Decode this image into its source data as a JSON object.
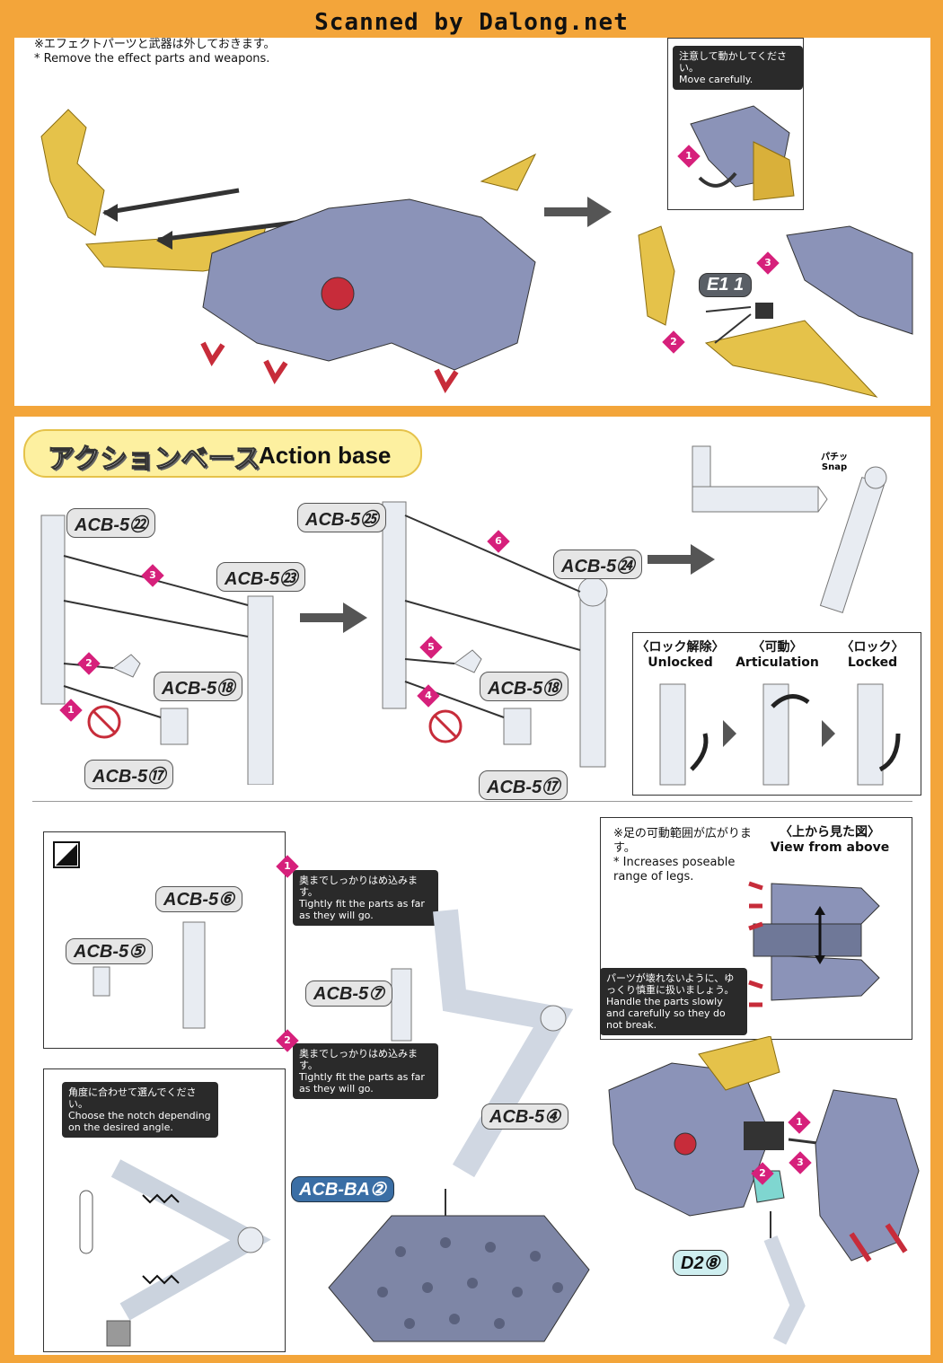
{
  "scan_credit": "Scanned by Dalong.net",
  "top": {
    "note_jp": "※エフェクトパーツと武器は外しておきます。",
    "note_en": "* Remove the effect parts and weapons.",
    "move_jp": "注意して動かしてください。",
    "move_en": "Move carefully.",
    "part_e1": "E1",
    "part_e1_num": "1",
    "steps": [
      "1",
      "2",
      "3"
    ]
  },
  "action_base": {
    "title_jp": "アクションベース",
    "title_en": "Action base",
    "snap_jp": "パチッ",
    "snap_en": "Snap",
    "parts": {
      "p22": "ACB-5㉒",
      "p23": "ACB-5㉓",
      "p18a": "ACB-5⑱",
      "p17a": "ACB-5⑰",
      "p25": "ACB-5㉕",
      "p24": "ACB-5㉔",
      "p18b": "ACB-5⑱",
      "p17b": "ACB-5⑰"
    },
    "steps_left": [
      "1",
      "2",
      "3"
    ],
    "steps_mid": [
      "4",
      "5",
      "6"
    ],
    "lock": [
      {
        "jp": "〈ロック解除〉",
        "en": "Unlocked"
      },
      {
        "jp": "〈可動〉",
        "en": "Articulation"
      },
      {
        "jp": "〈ロック〉",
        "en": "Locked"
      }
    ]
  },
  "bottom": {
    "spare_parts": {
      "p6": "ACB-5⑥",
      "p5": "ACB-5⑤"
    },
    "angle_jp": "角度に合わせて選んでください。",
    "angle_en": "Choose the notch depending on the desired angle.",
    "fit1_jp": "奥までしっかりはめ込みます。",
    "fit1_en": "Tightly fit the parts as far as they will go.",
    "fit2_jp": "奥までしっかりはめ込みます。",
    "fit2_en": "Tightly fit the parts as far as they will go.",
    "p7": "ACB-5⑦",
    "p4": "ACB-5④",
    "ba2": "ACB-BA②",
    "steps": [
      "1",
      "2"
    ]
  },
  "right": {
    "legs_jp": "※足の可動範囲が広がります。",
    "legs_en": "* Increases poseable range of legs.",
    "view_jp": "〈上から見た図〉",
    "view_en": "View from above",
    "handle_jp": "パーツが壊れないように、ゆっくり慎重に扱いましょう。",
    "handle_en": "Handle the parts slowly and carefully so they do not break.",
    "d2": "D2⑧",
    "steps": [
      "1",
      "2",
      "3"
    ]
  }
}
